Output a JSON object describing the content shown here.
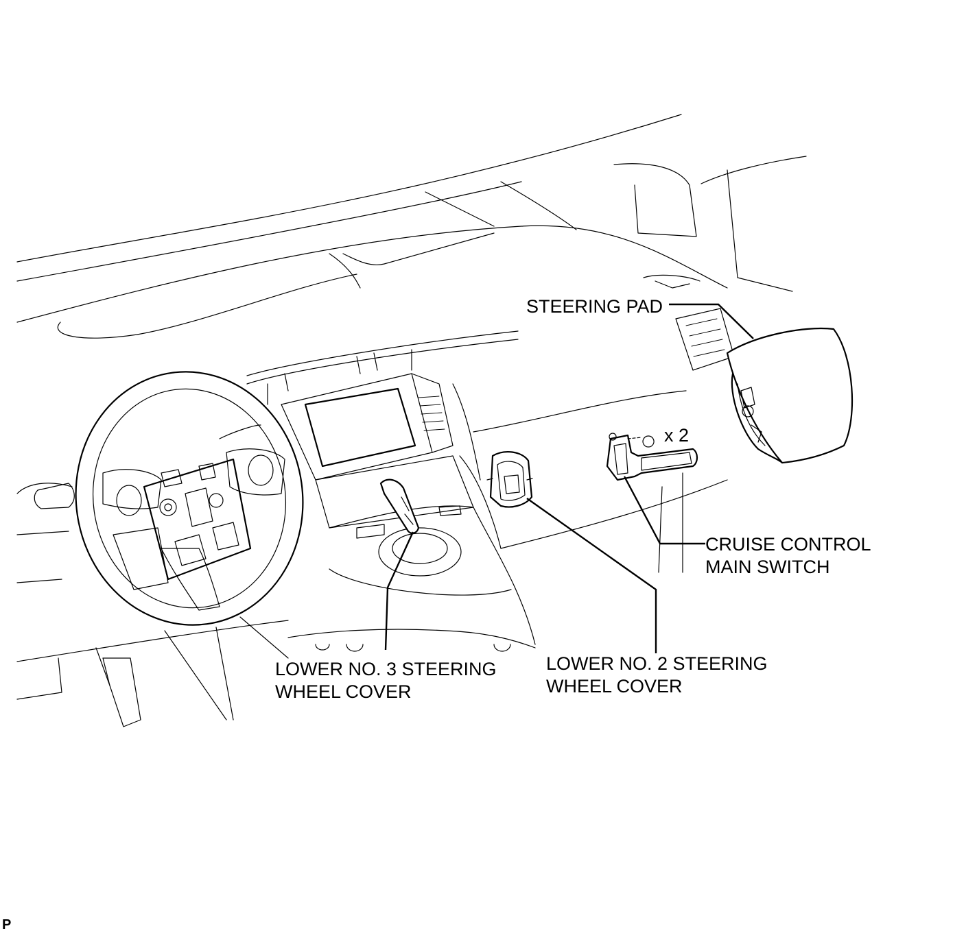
{
  "labels": {
    "steering_pad": "STEERING PAD",
    "quantity": "x 2",
    "cruise_control_line1": "CRUISE CONTROL",
    "cruise_control_line2": "MAIN SWITCH",
    "lower_no3_line1": "LOWER NO. 3 STEERING",
    "lower_no3_line2": "WHEEL COVER",
    "lower_no2_line1": "LOWER NO. 2 STEERING",
    "lower_no2_line2": "WHEEL COVER",
    "corner_mark": "P"
  }
}
